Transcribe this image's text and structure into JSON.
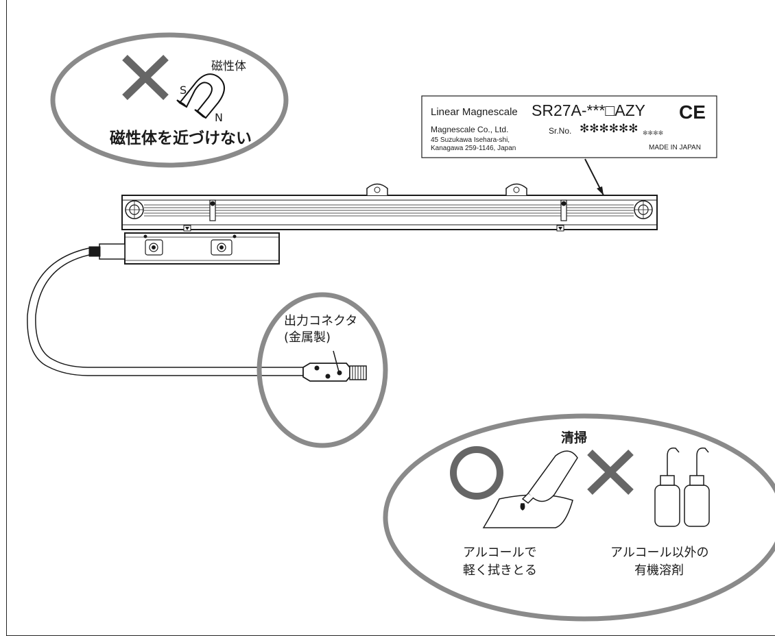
{
  "magnet_warning": {
    "label_top": "磁性体",
    "pole_s": "S",
    "pole_n": "N",
    "caption": "磁性体を近づけない"
  },
  "nameplate": {
    "product_line": "Linear Magnescale",
    "model": "SR27A-***□AZY",
    "ce_mark": "CE",
    "company": "Magnescale Co., Ltd.",
    "serial_label": "Sr.No.",
    "serial_value": "✻✻✻✻✻✻",
    "serial_small": "✻✻✻✻",
    "address_line1": "45 Suzukawa Isehara-shi,",
    "address_line2": "Kanagawa 259-1146, Japan",
    "origin": "MADE IN JAPAN"
  },
  "connector": {
    "label_line1": "出力コネクタ",
    "label_line2": "(金属製)"
  },
  "cleaning": {
    "title": "清掃",
    "ok_caption_line1": "アルコールで",
    "ok_caption_line2": "軽く拭きとる",
    "ng_caption_line1": "アルコール以外の",
    "ng_caption_line2": "有機溶剤"
  },
  "colors": {
    "circle_stroke": "#8a8a8a",
    "x_mark": "#666666",
    "line": "#1a1a1a"
  }
}
